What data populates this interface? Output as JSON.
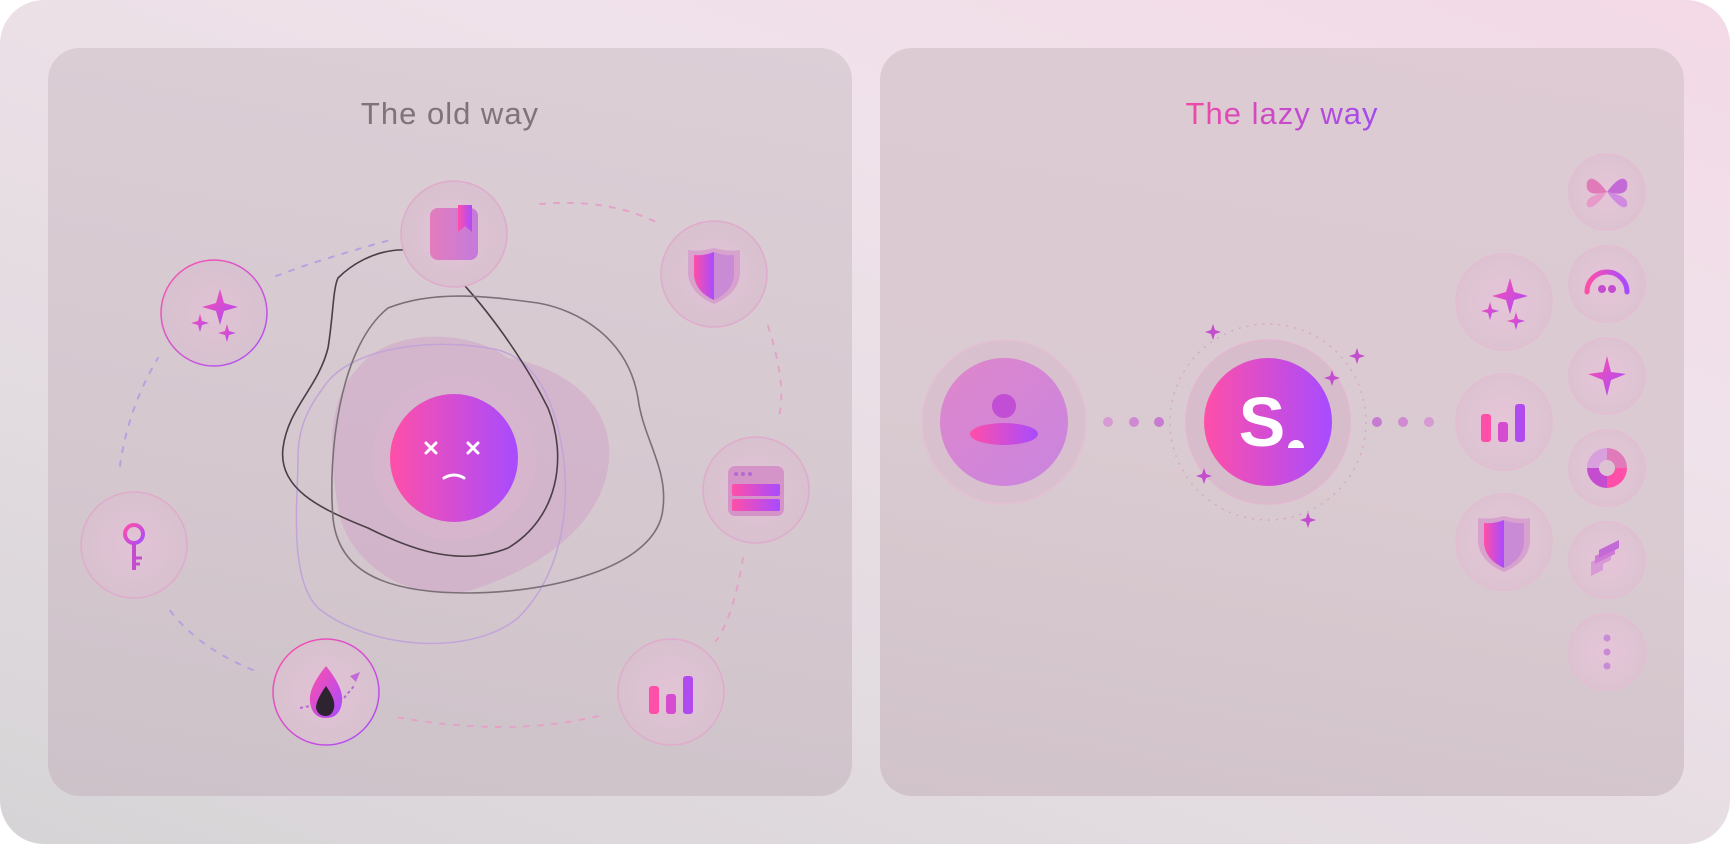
{
  "left_panel": {
    "title": "The old way",
    "icons": [
      "sparkles-icon",
      "book-icon",
      "shield-icon",
      "browser-window-icon",
      "bar-chart-icon",
      "flame-icon",
      "key-icon"
    ],
    "center_icon": "dizzy-face-icon"
  },
  "right_panel": {
    "title": "The lazy way",
    "center_logo_text": "S",
    "user_icon": "user-icon",
    "feature_icons": [
      "sparkles-icon",
      "bar-chart-icon",
      "shield-icon"
    ],
    "integration_icons": [
      "butterfly-icon",
      "gauge-icon",
      "spark-icon",
      "pie-chart-icon",
      "stack-icon",
      "more-dots-icon"
    ]
  },
  "colors": {
    "pink": "#ff4fa8",
    "purple": "#a84bff",
    "title_gray": "#7e7479"
  }
}
